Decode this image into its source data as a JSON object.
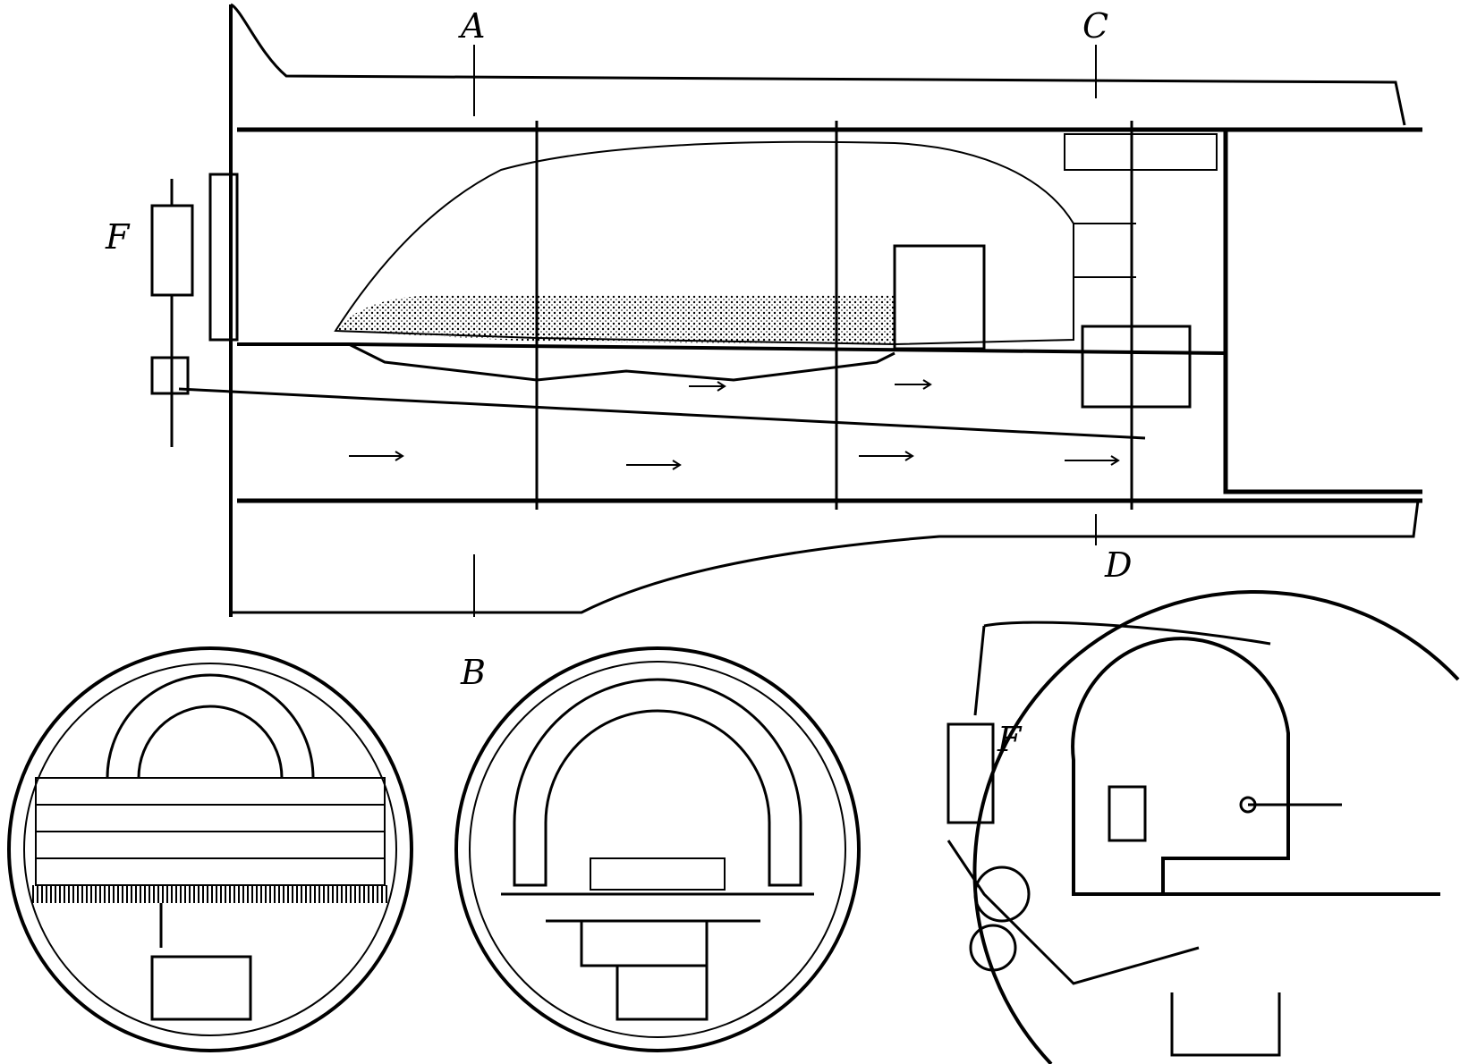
{
  "figure": {
    "labels": {
      "section_a": "A",
      "section_b": "B",
      "section_c": "C",
      "section_d": "D",
      "feeder_top": "F",
      "feeder_bottom": "F"
    }
  }
}
